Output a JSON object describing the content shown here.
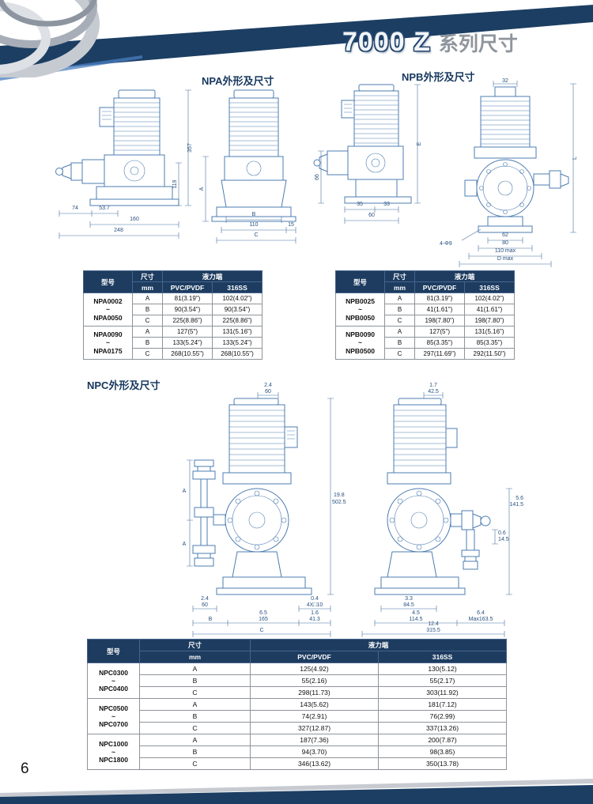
{
  "page": {
    "title_main": "7000 Z",
    "title_suffix": "系列尺寸",
    "page_number": "6"
  },
  "sections": {
    "npa_heading": "NPA外形及尺寸",
    "npb_heading": "NPB外形及尺寸",
    "npc_heading": "NPC外形及尺寸"
  },
  "table_headers": {
    "model": "型号",
    "dim": "尺寸",
    "mm": "mm",
    "liquid_end": "液力端",
    "pvc": "PVC/PVDF",
    "ss": "316SS"
  },
  "npa_table": {
    "groups": [
      {
        "model": [
          "NPA0002",
          "~",
          "NPA0050"
        ],
        "rows": [
          {
            "dim": "A",
            "pvc": "81(3.19\")",
            "ss": "102(4.02\")"
          },
          {
            "dim": "B",
            "pvc": "90(3.54\")",
            "ss": "90(3.54\")"
          },
          {
            "dim": "C",
            "pvc": "225(8.86\")",
            "ss": "225(8.86\")"
          }
        ]
      },
      {
        "model": [
          "NPA0090",
          "~",
          "NPA0175"
        ],
        "rows": [
          {
            "dim": "A",
            "pvc": "127(5\")",
            "ss": "131(5.16\")"
          },
          {
            "dim": "B",
            "pvc": "133(5.24\")",
            "ss": "133(5.24\")"
          },
          {
            "dim": "C",
            "pvc": "268(10.55\")",
            "ss": "268(10.55\")"
          }
        ]
      }
    ]
  },
  "npb_table": {
    "groups": [
      {
        "model": [
          "NPB0025",
          "~",
          "NPB0050"
        ],
        "rows": [
          {
            "dim": "A",
            "pvc": "81(3.19\")",
            "ss": "102(4.02\")"
          },
          {
            "dim": "B",
            "pvc": "41(1.61\")",
            "ss": "41(1.61\")"
          },
          {
            "dim": "C",
            "pvc": "198(7.80\")",
            "ss": "198(7.80\")"
          }
        ]
      },
      {
        "model": [
          "NPB0090",
          "~",
          "NPB0500"
        ],
        "rows": [
          {
            "dim": "A",
            "pvc": "127(5\")",
            "ss": "131(5.16\")"
          },
          {
            "dim": "B",
            "pvc": "85(3.35\")",
            "ss": "85(3.35\")"
          },
          {
            "dim": "C",
            "pvc": "297(11.69\")",
            "ss": "292(11.50\")"
          }
        ]
      }
    ]
  },
  "npc_table": {
    "groups": [
      {
        "model": [
          "NPC0300",
          "~",
          "NPC0400"
        ],
        "rows": [
          {
            "dim": "A",
            "pvc": "125(4.92)",
            "ss": "130(5.12)"
          },
          {
            "dim": "B",
            "pvc": "55(2.16)",
            "ss": "55(2.17)"
          },
          {
            "dim": "C",
            "pvc": "298(11.73)",
            "ss": "303(11.92)"
          }
        ]
      },
      {
        "model": [
          "NPC0500",
          "~",
          "NPC0700"
        ],
        "rows": [
          {
            "dim": "A",
            "pvc": "143(5.62)",
            "ss": "181(7.12)"
          },
          {
            "dim": "B",
            "pvc": "74(2.91)",
            "ss": "76(2.99)"
          },
          {
            "dim": "C",
            "pvc": "327(12.87)",
            "ss": "337(13.26)"
          }
        ]
      },
      {
        "model": [
          "NPC1000",
          "~",
          "NPC1800"
        ],
        "rows": [
          {
            "dim": "A",
            "pvc": "187(7.36)",
            "ss": "200(7.87)"
          },
          {
            "dim": "B",
            "pvc": "94(3.70)",
            "ss": "98(3.85)"
          },
          {
            "dim": "C",
            "pvc": "346(13.62)",
            "ss": "350(13.78)"
          }
        ]
      }
    ]
  },
  "dims": {
    "npa_side": {
      "v1": "357",
      "v2": "119",
      "b1": "74",
      "b2": "53.7",
      "b3": "160",
      "b4": "248"
    },
    "npa_front": {
      "v1": "A",
      "b0": "B",
      "b1": "110",
      "b2": "15",
      "b3": "C"
    },
    "npb_side": {
      "v1": "E",
      "v2": "66",
      "b1": "35",
      "b2": "33",
      "b3": "60"
    },
    "npb_front": {
      "t1": "32",
      "v1": "L",
      "hole": "4-Φ9",
      "b1": "62",
      "b2": "80",
      "b3": "110 max",
      "b4": "D max"
    },
    "npc_front": {
      "t_in": "2.4",
      "t_mm": "60",
      "v_in": "19.8",
      "v_mm": "502.5",
      "a1": "A",
      "a2": "A",
      "b1_in": "2.4",
      "b1_mm": "60",
      "b2_in": "0.4",
      "b2_mm": "4X□10",
      "b3": "B",
      "b4_in": "6.5",
      "b4_mm": "165",
      "b5_in": "1.6",
      "b5_mm": "41.3",
      "b6": "C"
    },
    "npc_side": {
      "t_in": "1.7",
      "t_mm": "42.5",
      "v1_in": "0.6",
      "v1_mm": "14.5",
      "v2_in": "5.6",
      "v2_mm": "141.5",
      "b1_in": "3.3",
      "b1_mm": "84.5",
      "b2_in": "4.5",
      "b2_mm": "114.5",
      "b3_in": "6.4",
      "b3_mm": "Max163.5",
      "b4_in": "12.4",
      "b4_mm": "315.5"
    }
  }
}
